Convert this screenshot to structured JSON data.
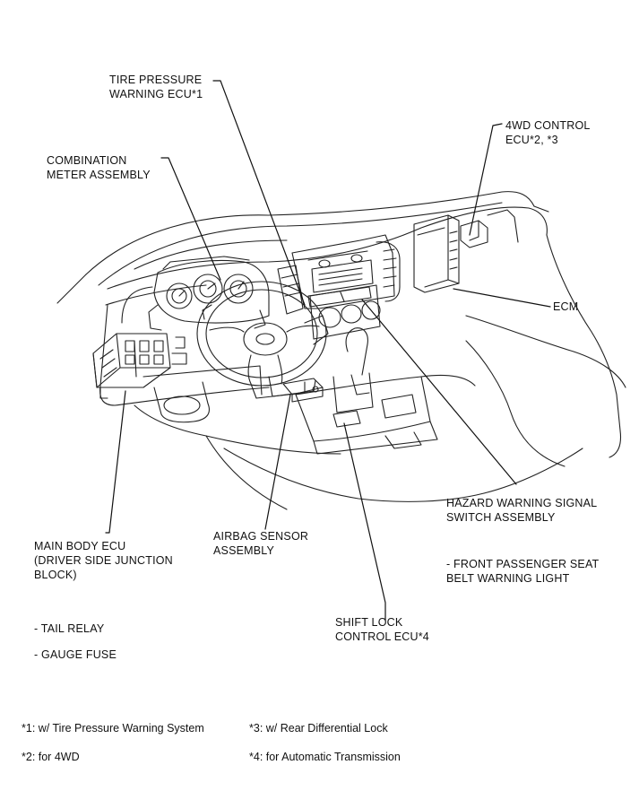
{
  "labels": {
    "tire_pressure": [
      "TIRE PRESSURE",
      "WARNING ECU*1"
    ],
    "wd_control": [
      "4WD CONTROL",
      "ECU*2, *3"
    ],
    "combination_meter": [
      "COMBINATION",
      "METER ASSEMBLY"
    ],
    "ecm": [
      "ECM"
    ],
    "hazard_switch": [
      "HAZARD WARNING SIGNAL",
      "SWITCH ASSEMBLY"
    ],
    "front_passenger": [
      "- FRONT PASSENGER SEAT",
      "BELT WARNING LIGHT"
    ],
    "main_body_ecu": [
      "MAIN BODY ECU",
      "(DRIVER SIDE JUNCTION",
      "BLOCK)"
    ],
    "airbag_sensor": [
      "AIRBAG SENSOR",
      "ASSEMBLY"
    ],
    "tail_relay": [
      "- TAIL RELAY"
    ],
    "gauge_fuse": [
      "- GAUGE FUSE"
    ],
    "shift_lock": [
      "SHIFT LOCK",
      "CONTROL ECU*4"
    ]
  },
  "footnotes": {
    "n1": "*1: w/ Tire Pressure Warning System",
    "n2": "*2: for 4WD",
    "n3": "*3: w/ Rear Differential Lock",
    "n4": "*4: for Automatic Transmission"
  }
}
